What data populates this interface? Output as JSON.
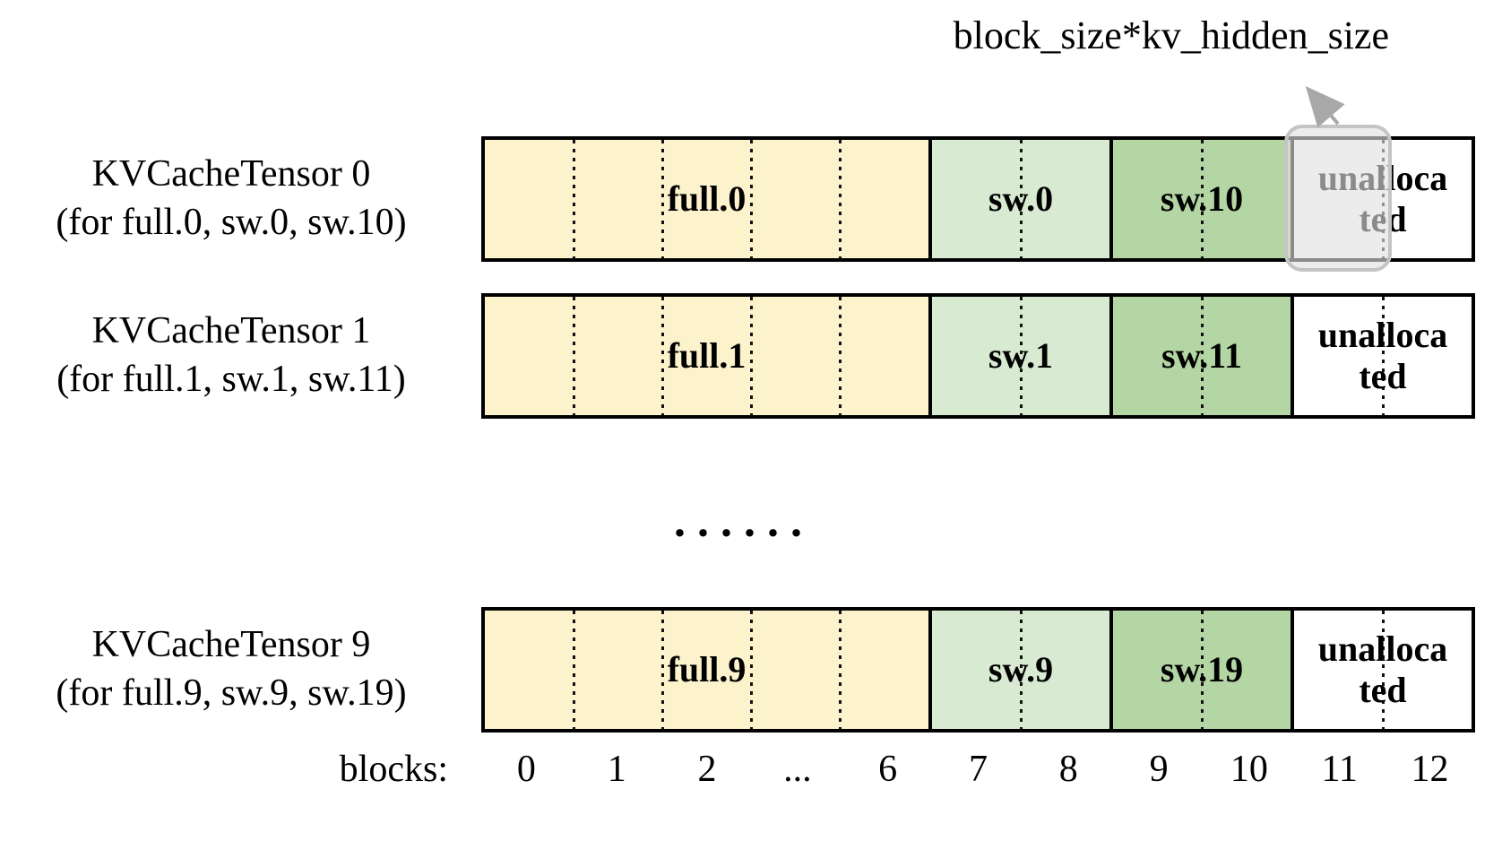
{
  "annotation": {
    "label": "block_size*kv_hidden_size"
  },
  "ellipsis": "......",
  "rows": [
    {
      "title": "KVCacheTensor 0",
      "subtitle": "(for full.0, sw.0, sw.10)",
      "highlighted": true,
      "segments": [
        {
          "label": "full.0",
          "type": "full",
          "blocks": 5
        },
        {
          "label": "sw.0",
          "type": "sw_light",
          "blocks": 2
        },
        {
          "label": "sw.10",
          "type": "sw_dark",
          "blocks": 2
        },
        {
          "label": "unalloca\nted",
          "type": "unallocated",
          "blocks": 2
        }
      ]
    },
    {
      "title": "KVCacheTensor 1",
      "subtitle": "(for full.1, sw.1, sw.11)",
      "highlighted": false,
      "segments": [
        {
          "label": "full.1",
          "type": "full",
          "blocks": 5
        },
        {
          "label": "sw.1",
          "type": "sw_light",
          "blocks": 2
        },
        {
          "label": "sw.11",
          "type": "sw_dark",
          "blocks": 2
        },
        {
          "label": "unalloca\nted",
          "type": "unallocated",
          "blocks": 2
        }
      ]
    },
    {
      "title": "KVCacheTensor 9",
      "subtitle": "(for full.9, sw.9, sw.19)",
      "highlighted": false,
      "segments": [
        {
          "label": "full.9",
          "type": "full",
          "blocks": 5
        },
        {
          "label": "sw.9",
          "type": "sw_light",
          "blocks": 2
        },
        {
          "label": "sw.19",
          "type": "sw_dark",
          "blocks": 2
        },
        {
          "label": "unalloca\nted",
          "type": "unallocated",
          "blocks": 2
        }
      ]
    }
  ],
  "axis": {
    "label": "blocks:",
    "ticks": [
      "0",
      "1",
      "2",
      "...",
      "6",
      "7",
      "8",
      "9",
      "10",
      "11",
      "12"
    ]
  },
  "colors": {
    "full": "#FCF2CC",
    "sw_light": "#D9EAD3",
    "sw_dark": "#B4D6A4",
    "unallocated": "#FFFFFF",
    "highlight_border": "#C4C4C4",
    "arrow": "#A8A8A8"
  }
}
